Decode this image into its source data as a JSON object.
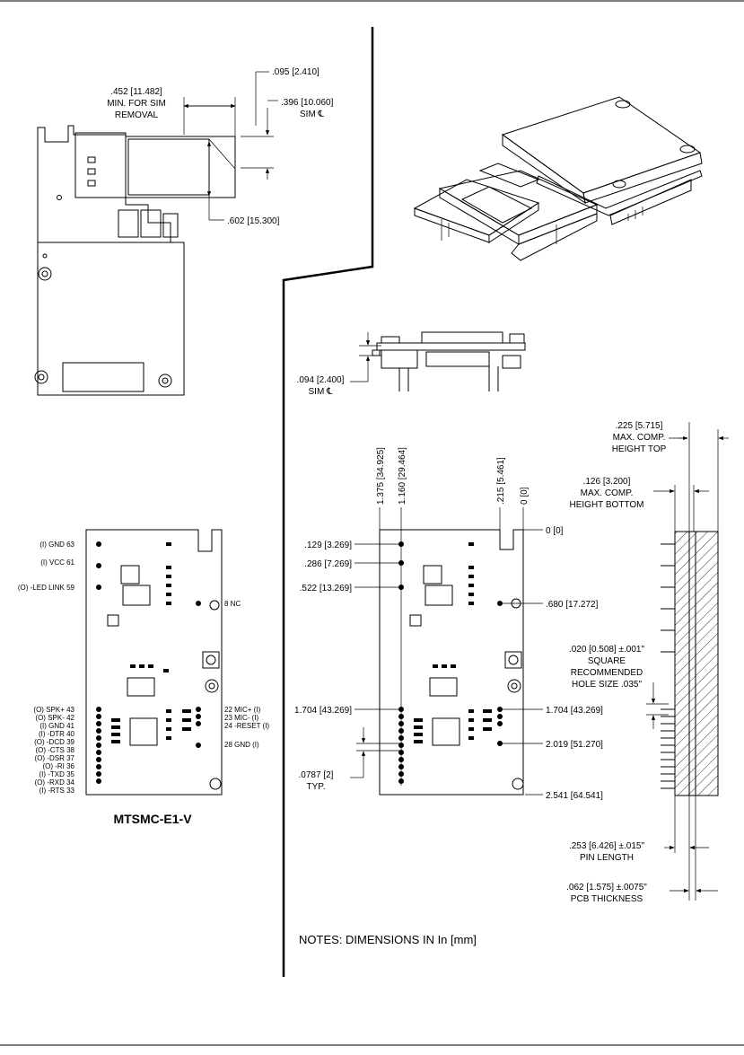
{
  "top_left": {
    "dim_sim_removal": [
      ".452 [11.482]",
      "MIN. FOR SIM",
      "REMOVAL"
    ],
    "dim_095": ".095 [2.410]",
    "dim_396": [
      ".396 [10.060]",
      "SIM ℄"
    ],
    "dim_602": ".602 [15.300]"
  },
  "side_view": {
    "dim_094": [
      ".094 [2.400]",
      "SIM ℄"
    ]
  },
  "pinout": {
    "title": "MTSMC-E1-V",
    "left_pins_top": [
      "(I) GND 63",
      "(I) VCC 61",
      "(O) -LED LINK 59"
    ],
    "left_pins_bottom": [
      "(O) SPK+ 43",
      "(O) SPK- 42",
      "(I) GND 41",
      "(I) -DTR 40",
      "(O) -DCD 39",
      "(O) -CTS 38",
      "(O) -DSR 37",
      "(O) -RI 36",
      "(I) -TXD 35",
      "(O) -RXD 34",
      "(I) -RTS 33"
    ],
    "nc_label": "8 NC",
    "right_pins": [
      "22 MIC+ (I)",
      "23 MIC- (I)",
      "24 -RESET (I)",
      "28 GND (I)"
    ]
  },
  "board_dims": {
    "top_vertical": [
      "1.375 [34.925]",
      "1.160 [29.464]",
      ".215 [5.461]",
      "0 [0]"
    ],
    "zero_right": "0 [0]",
    "left": [
      ".129 [3.269]",
      ".286 [7.269]",
      ".522 [13.269]",
      "1.704 [43.269]"
    ],
    "pitch": [
      ".0787 [2]",
      "TYP."
    ],
    "right": [
      ".680 [17.272]",
      "1.704 [43.269]",
      "2.019 [51.270]",
      "2.541 [64.541]"
    ]
  },
  "profile": {
    "top_height": [
      ".225 [5.715]",
      "MAX. COMP.",
      "HEIGHT TOP"
    ],
    "bottom_height": [
      ".126 [3.200]",
      "MAX. COMP.",
      "HEIGHT BOTTOM"
    ],
    "hole": [
      ".020 [0.508] ±.001\"",
      "SQUARE",
      "RECOMMENDED",
      "HOLE SIZE .035\""
    ],
    "pin_length": [
      ".253 [6.426] ±.015\"",
      "PIN LENGTH"
    ],
    "pcb_thickness": [
      ".062 [1.575] ±.0075\"",
      "PCB THICKNESS"
    ]
  },
  "notes": "NOTES: DIMENSIONS IN  In [mm]"
}
